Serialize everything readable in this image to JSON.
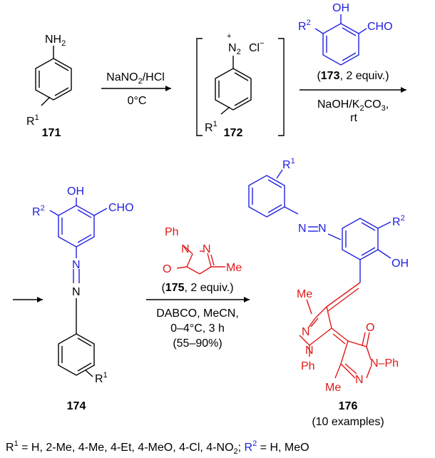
{
  "compounds": {
    "c171": "171",
    "c172": "172",
    "c174": "174",
    "c176": "176",
    "examples": "(10 examples)"
  },
  "atoms": {
    "nh2_N": "NH",
    "nh2_sub": "2",
    "r": "R",
    "r_sup1": "1",
    "r_sup2": "2",
    "n": "N",
    "n2_sub": "2",
    "plus": "+",
    "cl": "Cl",
    "minus": "−",
    "oh": "OH",
    "cho": "CHO",
    "ph": "Ph",
    "o": "O",
    "me": "Me",
    "n_dash_ph": "N–Ph"
  },
  "step1": {
    "reagent_a": "NaNO",
    "reagent_a_sub": "2",
    "reagent_a_tail": "/HCl",
    "temp": "0°C"
  },
  "step2": {
    "reagent_paren_open": "(",
    "reagent_num": "173",
    "reagent_equiv": ", 2 equiv.)",
    "base_a": "NaOH/K",
    "base_sub1": "2",
    "base_b": "CO",
    "base_sub2": "3",
    "base_c": ",",
    "temp": "rt"
  },
  "step3": {
    "reagent_paren_open": "(",
    "reagent_num": "175",
    "reagent_equiv": ", 2 equiv.)",
    "cond1": "DABCO, MeCN,",
    "cond2": "0–4°C, 3 h",
    "yield": "(55–90%)"
  },
  "footnote": {
    "r1_prefix": "R",
    "r1_sup": "1",
    "r1_list": " = H, 2-Me, 4-Me, 4-Et, 4-MeO, 4-Cl, 4-NO",
    "r1_sub": "2",
    "sep": "; ",
    "r2_prefix": "R",
    "r2_sup": "2",
    "r2_list": " = H, MeO"
  }
}
